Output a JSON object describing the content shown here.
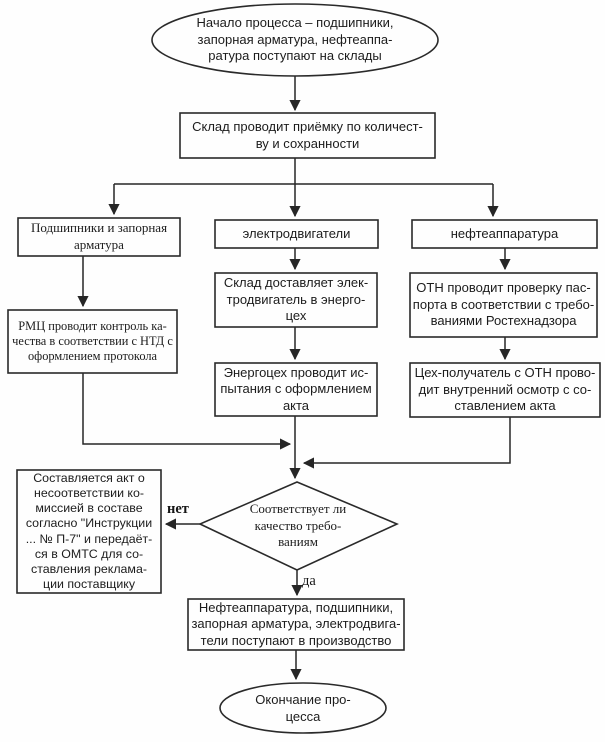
{
  "flowchart": {
    "title_hint": "Процесс приёмки подшипников, запорной арматуры и нефтеаппаратуры",
    "start": {
      "text": "Начало процесса – подшипники,\nзапорная арматура, нефтеаппа-\nратура поступают на склады"
    },
    "receive": {
      "text": "Склад проводит приёмку по количест-\nву и сохранности"
    },
    "branches": {
      "bearings": {
        "header": "Подшипники и запорная\nарматура",
        "control": "РМЦ проводит контроль ка-\nчества в соответствии с НТД с\nоформлением протокола"
      },
      "motors": {
        "header": "электродвигатели",
        "deliver": "Склад доставляет элек-\nтродвигатель в энерго-\nцех",
        "test": "Энергоцех проводит ис-\nпытания с оформлением\nакта"
      },
      "oil_equipment": {
        "header": "нефтеаппаратура",
        "passport_check": "ОТН проводит проверку пас-\nпорта в соответствии с требо-\nваниями Ростехнадзора",
        "inspection": "Цех-получатель с ОТН прово-\nдит внутренний осмотр с со-\nставлением акта"
      }
    },
    "decision": {
      "question": "Соответствует ли\nкачество требо-\nваниям",
      "no_label": "нет",
      "yes_label": "да"
    },
    "nonconformity": {
      "text": "Составляется акт о\nнесоответствии ко-\nмиссией в составе\nсогласно \"Инструкции\n... № П-7\" и передаёт-\nся в ОМТС для со-\nставления реклама-\nции поставщику"
    },
    "production": {
      "text": "Нефтеаппаратура, подшипники,\nзапорная арматура, электродвига-\nтели поступают в производство"
    },
    "end": {
      "text": "Окончание про-\nцесса"
    }
  },
  "colors": {
    "line": "#262626",
    "box_fill": "#fefefe",
    "background": "#fefefe",
    "text": "#1c1c1c"
  }
}
